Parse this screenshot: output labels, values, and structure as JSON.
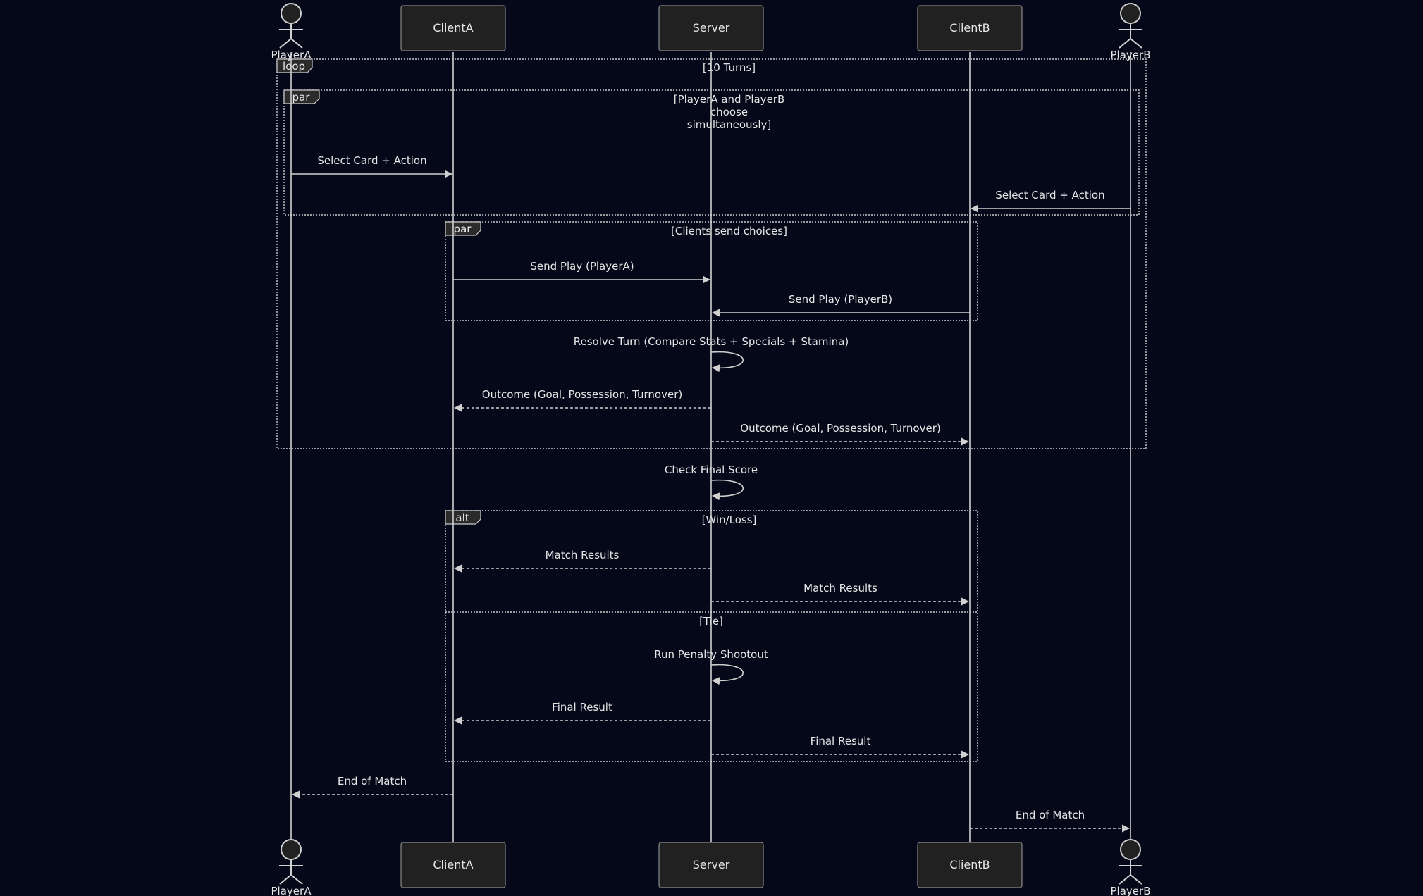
{
  "diagram": {
    "type": "sequence",
    "colors": {
      "background": "#050818",
      "line": "#d0d0d0",
      "text": "#e6e6e6",
      "box_fill": "#212121",
      "box_stroke": "#8a8a8a",
      "frame": "#cccccc",
      "frame_label_fill": "#2b2b2b"
    },
    "participants": [
      {
        "id": "PlayerA",
        "label": "PlayerA",
        "kind": "actor"
      },
      {
        "id": "ClientA",
        "label": "ClientA",
        "kind": "box"
      },
      {
        "id": "Server",
        "label": "Server",
        "kind": "box"
      },
      {
        "id": "ClientB",
        "label": "ClientB",
        "kind": "box"
      },
      {
        "id": "PlayerB",
        "label": "PlayerB",
        "kind": "actor"
      }
    ],
    "fragments": [
      {
        "id": "loop",
        "kind": "loop",
        "condition": "[10 Turns]"
      },
      {
        "id": "par1",
        "kind": "par",
        "condition": "[PlayerA and PlayerB\nchoose\nsimultaneously]"
      },
      {
        "id": "par2",
        "kind": "par",
        "condition": "[Clients send choices]"
      },
      {
        "id": "alt",
        "kind": "alt",
        "condition": "[Win/Loss]",
        "else_condition": "[Tie]"
      }
    ],
    "messages": [
      {
        "from": "PlayerA",
        "to": "ClientA",
        "label": "Select Card + Action",
        "style": "solid"
      },
      {
        "from": "PlayerB",
        "to": "ClientB",
        "label": "Select Card + Action",
        "style": "solid"
      },
      {
        "from": "ClientA",
        "to": "Server",
        "label": "Send Play (PlayerA)",
        "style": "solid"
      },
      {
        "from": "ClientB",
        "to": "Server",
        "label": "Send Play (PlayerB)",
        "style": "solid"
      },
      {
        "from": "Server",
        "to": "Server",
        "label": "Resolve Turn (Compare Stats + Specials + Stamina)",
        "style": "self"
      },
      {
        "from": "Server",
        "to": "ClientA",
        "label": "Outcome (Goal, Possession, Turnover)",
        "style": "dashed"
      },
      {
        "from": "Server",
        "to": "ClientB",
        "label": "Outcome (Goal, Possession, Turnover)",
        "style": "dashed"
      },
      {
        "from": "Server",
        "to": "Server",
        "label": "Check Final Score",
        "style": "self"
      },
      {
        "from": "Server",
        "to": "ClientA",
        "label": "Match Results",
        "style": "dashed"
      },
      {
        "from": "Server",
        "to": "ClientB",
        "label": "Match Results",
        "style": "dashed"
      },
      {
        "from": "Server",
        "to": "Server",
        "label": "Run Penalty Shootout",
        "style": "self"
      },
      {
        "from": "Server",
        "to": "ClientA",
        "label": "Final Result",
        "style": "dashed"
      },
      {
        "from": "Server",
        "to": "ClientB",
        "label": "Final Result",
        "style": "dashed"
      },
      {
        "from": "ClientA",
        "to": "PlayerA",
        "label": "End of Match",
        "style": "dashed"
      },
      {
        "from": "ClientB",
        "to": "PlayerB",
        "label": "End of Match",
        "style": "dashed"
      }
    ]
  }
}
